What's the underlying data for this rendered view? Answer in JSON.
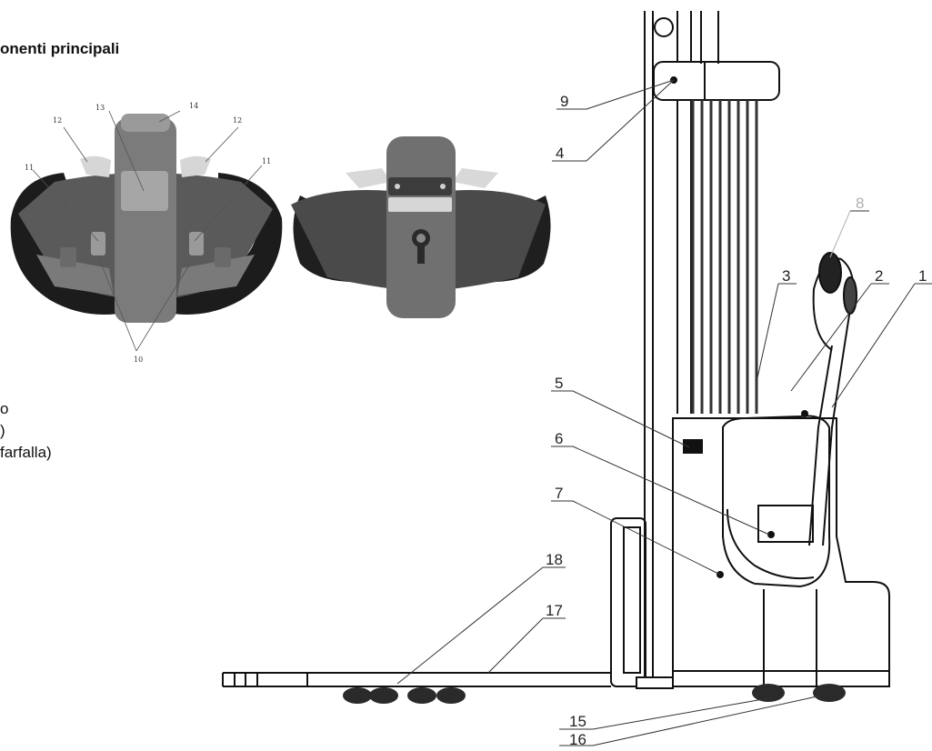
{
  "heading": "onenti principali",
  "legend_fragments": [
    "o",
    ")",
    "farfalla)"
  ],
  "handle_callouts": [
    "14",
    "13",
    "12",
    "12",
    "11",
    "11",
    "10"
  ],
  "machine_callouts": [
    "9",
    "4",
    "8",
    "3",
    "2",
    "1",
    "5",
    "6",
    "7",
    "18",
    "17",
    "15",
    "16"
  ],
  "colors": {
    "callout_8": "#b0b0b0",
    "handle_grip": "#1c1c1c",
    "handle_body": "#6e6e6e",
    "butterfly": "#d8d8d8"
  }
}
